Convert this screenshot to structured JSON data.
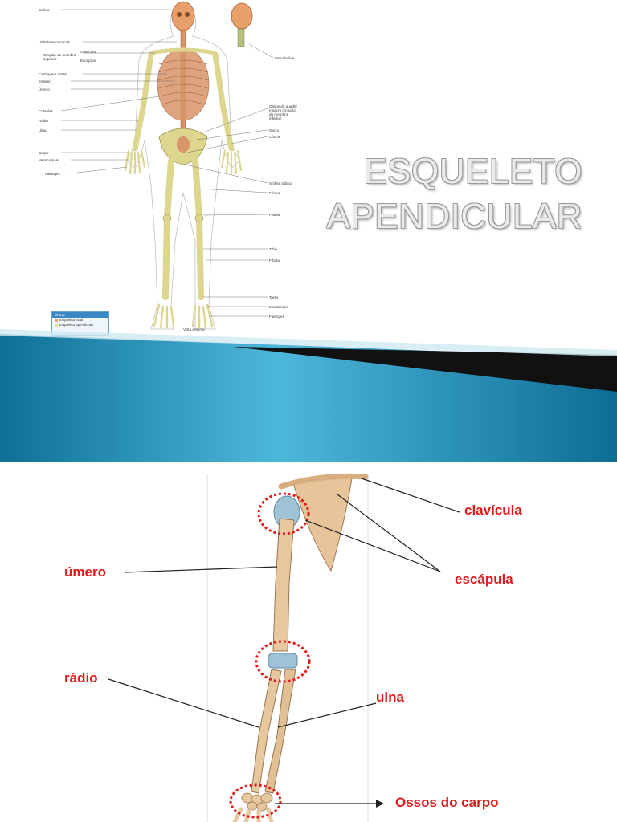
{
  "slide1": {
    "title_line1": "ESQUELETO",
    "title_line2": "APENDICULAR",
    "labels_left": [
      "Crânio",
      "Vértebras cervicais",
      "Cíngulo do membro superior",
      "Clavícula",
      "Escápula",
      "Cartilagem costal",
      "Esterno",
      "Úmero",
      "Costelas",
      "Rádio",
      "Ulna",
      "Carpo",
      "Metacarpais",
      "Falanges"
    ],
    "labels_right": [
      "Osso hióide",
      "Ossos do quadril e sacro (cíngulo do membro inferior)",
      "Sacro",
      "Cóccix",
      "Sínfise púbica",
      "Fêmur",
      "Patela",
      "Tíbia",
      "Fíbula",
      "Tarso",
      "Metatarsais",
      "Falanges"
    ],
    "legend": {
      "header": "Chave",
      "items": [
        {
          "label": "Esqueleto axial",
          "color": "#e8a36a"
        },
        {
          "label": "Esqueleto apendicular",
          "color": "#e6df9a"
        }
      ]
    },
    "view_caption": "Vista anterior"
  },
  "slide2": {
    "annotations": {
      "clavicula": "clavícula",
      "umero": "úmero",
      "escapula": "escápula",
      "radio": "rádio",
      "ulna": "ulna",
      "carpo": "Ossos do carpo"
    }
  },
  "colors": {
    "axial": "#d9956a",
    "appendicular": "#dcd68f",
    "band_dark": "#0f6f97",
    "band_light": "#47b4d8",
    "annotation_red": "#e41a1a"
  }
}
